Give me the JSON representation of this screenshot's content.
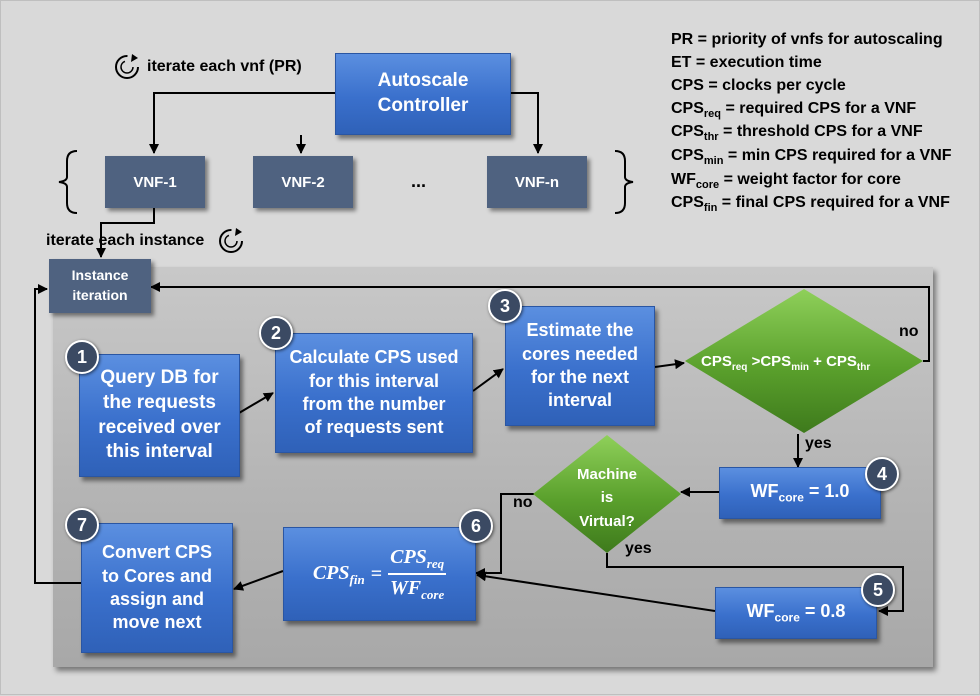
{
  "legend": {
    "pr": "PR = priority of vnfs for autoscaling",
    "et": "ET = execution time",
    "cps": "CPS = clocks per cycle",
    "cps_req_base": "CPS",
    "cps_req_sub": "req",
    "cps_req_text": " = required CPS for a VNF",
    "cps_thr_base": "CPS",
    "cps_thr_sub": "thr",
    "cps_thr_text": " = threshold CPS for a VNF",
    "cps_min_base": "CPS",
    "cps_min_sub": "min",
    "cps_min_text": " = min CPS required for a VNF",
    "wf_core_base": "WF",
    "wf_core_sub": "core",
    "wf_core_text": " = weight factor for core",
    "cps_fin_base": "CPS",
    "cps_fin_sub": "fin",
    "cps_fin_text": " = final CPS required for a VNF"
  },
  "controller": {
    "line1": "Autoscale",
    "line2": "Controller"
  },
  "iterate_vnf": "iterate each vnf (PR)",
  "iterate_instance": "iterate each instance",
  "vnfs": [
    "VNF-1",
    "VNF-2",
    "...",
    "VNF-n"
  ],
  "instance_box": {
    "line1": "Instance",
    "line2": "iteration"
  },
  "steps": {
    "s1": {
      "num": "1",
      "text": [
        "Query DB for",
        "the requests",
        "received over",
        "this interval"
      ]
    },
    "s2": {
      "num": "2",
      "text": [
        "Calculate CPS used",
        "for this interval",
        "from the number",
        "of requests sent"
      ]
    },
    "s3": {
      "num": "3",
      "text": [
        "Estimate the",
        "cores needed",
        "for the next",
        "interval"
      ]
    },
    "s4": {
      "num": "4",
      "base": "WF",
      "sub": "core",
      "tail": " = 1.0"
    },
    "s5": {
      "num": "5",
      "base": "WF",
      "sub": "core",
      "tail": " = 0.8"
    },
    "s6": {
      "num": "6",
      "lhs": "CPS",
      "lhs_sub": "fin",
      "eq": "=",
      "num_base": "CPS",
      "num_sub": "req",
      "den_base": "WF",
      "den_sub": "core"
    },
    "s7": {
      "num": "7",
      "text": [
        "Convert CPS",
        "to Cores and",
        "assign and",
        "move next"
      ]
    }
  },
  "decision1": {
    "a": "CPS",
    "a_sub": "req",
    "op": " >",
    "b": "CPS",
    "b_sub": "min",
    "plus": " + ",
    "c": "CPS",
    "c_sub": "thr"
  },
  "decision2": {
    "line1": "Machine",
    "line2": "is",
    "line3": "Virtual?"
  },
  "labels": {
    "no1": "no",
    "yes1": "yes",
    "no2": "no",
    "yes2": "yes"
  },
  "colors": {
    "box_blue": "#3a70cc",
    "slate": "#4f6280",
    "diamond_green": "#5aa02c"
  }
}
